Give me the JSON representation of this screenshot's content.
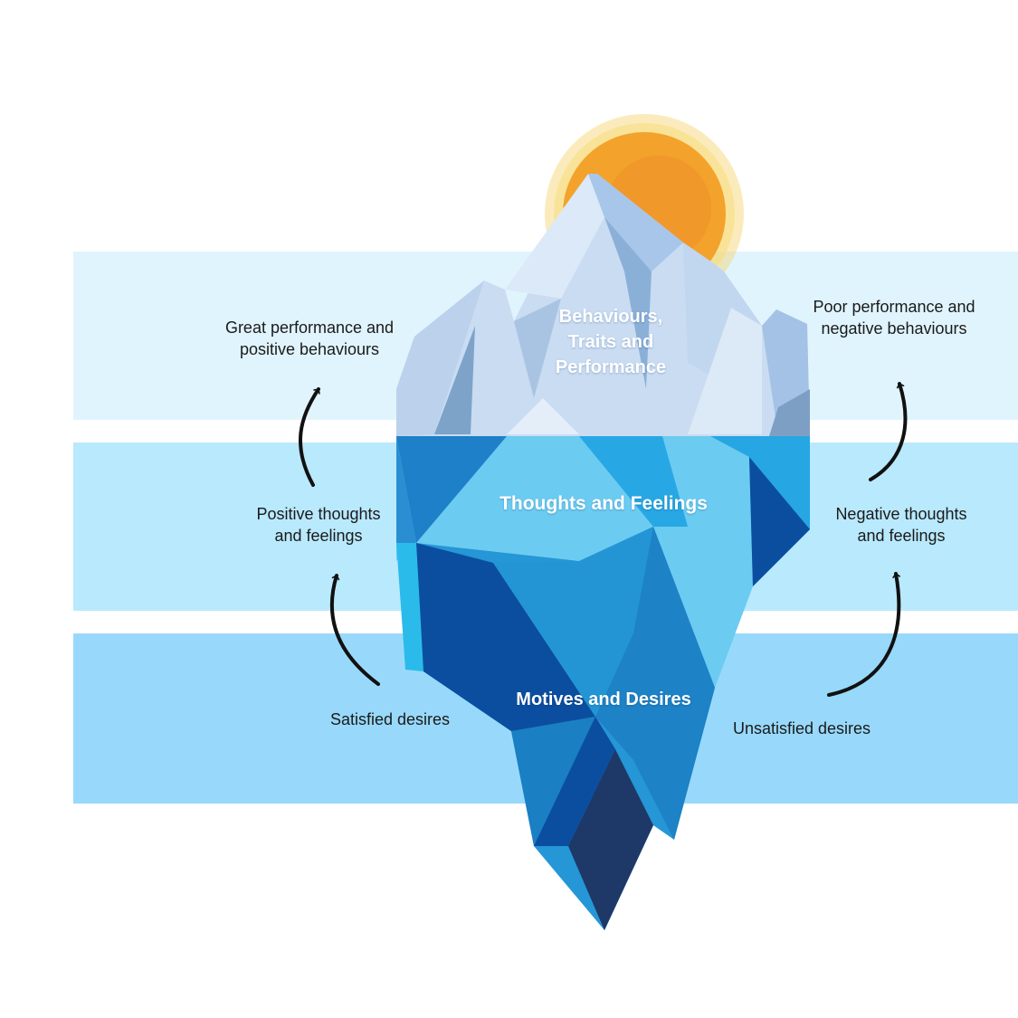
{
  "colors": {
    "band_top": "#e0f4fd",
    "band_middle": "#b9e9fd",
    "band_bottom": "#98d9fb",
    "sun": "#f3a22b",
    "sun_glow": "#f6d26a",
    "arrow": "#111111"
  },
  "iceberg": {
    "tip_label_lines": [
      "Behaviours,",
      "Traits and",
      "Performance"
    ],
    "middle_label": "Thoughts and Feelings",
    "base_label": "Motives and Desires"
  },
  "left": {
    "top_lines": [
      "Great performance and",
      "positive behaviours"
    ],
    "middle_lines": [
      "Positive thoughts",
      "and feelings"
    ],
    "bottom": "Satisfied desires"
  },
  "right": {
    "top_lines": [
      "Poor performance and",
      "negative behaviours"
    ],
    "middle_lines": [
      "Negative thoughts",
      "and feelings"
    ],
    "bottom": "Unsatisfied desires"
  }
}
